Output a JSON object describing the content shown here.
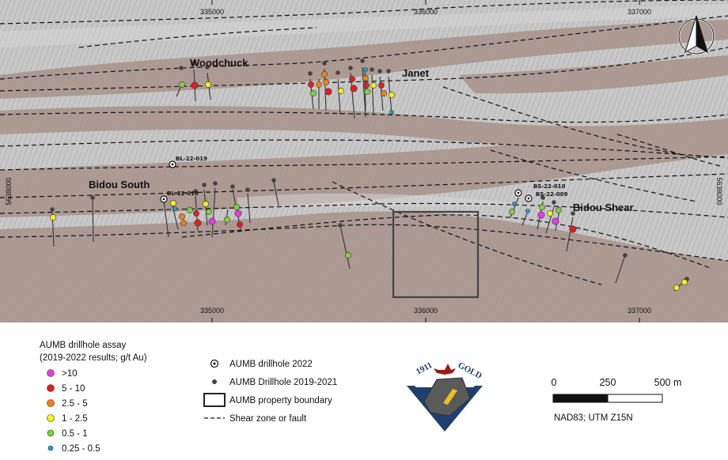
{
  "map": {
    "grid_x_labels": [
      "335000",
      "336000",
      "337000"
    ],
    "grid_y_labels": [
      "5638000",
      "5638000"
    ],
    "place_names": {
      "woodchuck": "Woodchuck",
      "janet": "Janet",
      "bidou_south": "Bidou South",
      "bidou_shear": "Bidou Shear"
    },
    "hole_labels": {
      "bl19": "BL-22-019",
      "bl16": "BL-22-016",
      "bs10": "BS-22-010",
      "bs09": "BS-22-009"
    }
  },
  "legend": {
    "assay_title_line1": "AUMB drillhole assay",
    "assay_title_line2": "(2019-2022 results; g/t Au)",
    "assay_classes": [
      {
        "label": ">10",
        "color": "#e040e0"
      },
      {
        "label": "5 - 10",
        "color": "#e02020"
      },
      {
        "label": "2.5 - 5",
        "color": "#f08020"
      },
      {
        "label": "1 - 2.5",
        "color": "#f0f020"
      },
      {
        "label": "0.5 - 1",
        "color": "#80d040"
      },
      {
        "label": "0.25 - 0.5",
        "color": "#20a0e0"
      }
    ],
    "symbols": {
      "drill_2022": "AUMB drillhole 2022",
      "drill_2019": "AUMB Drillhole 2019-2021",
      "property": "AUMB property boundary",
      "shear": "Shear zone or fault"
    },
    "logo": {
      "top": "1911",
      "bottom": "GOLD"
    },
    "scale": {
      "ticks": [
        "0",
        "250",
        "500 m"
      ],
      "projection": "NAD83; UTM Z15N"
    }
  },
  "colors": {
    "terrain": "#c9c9c9",
    "volcanic_band": "#a89088",
    "boundary": "#444444"
  }
}
